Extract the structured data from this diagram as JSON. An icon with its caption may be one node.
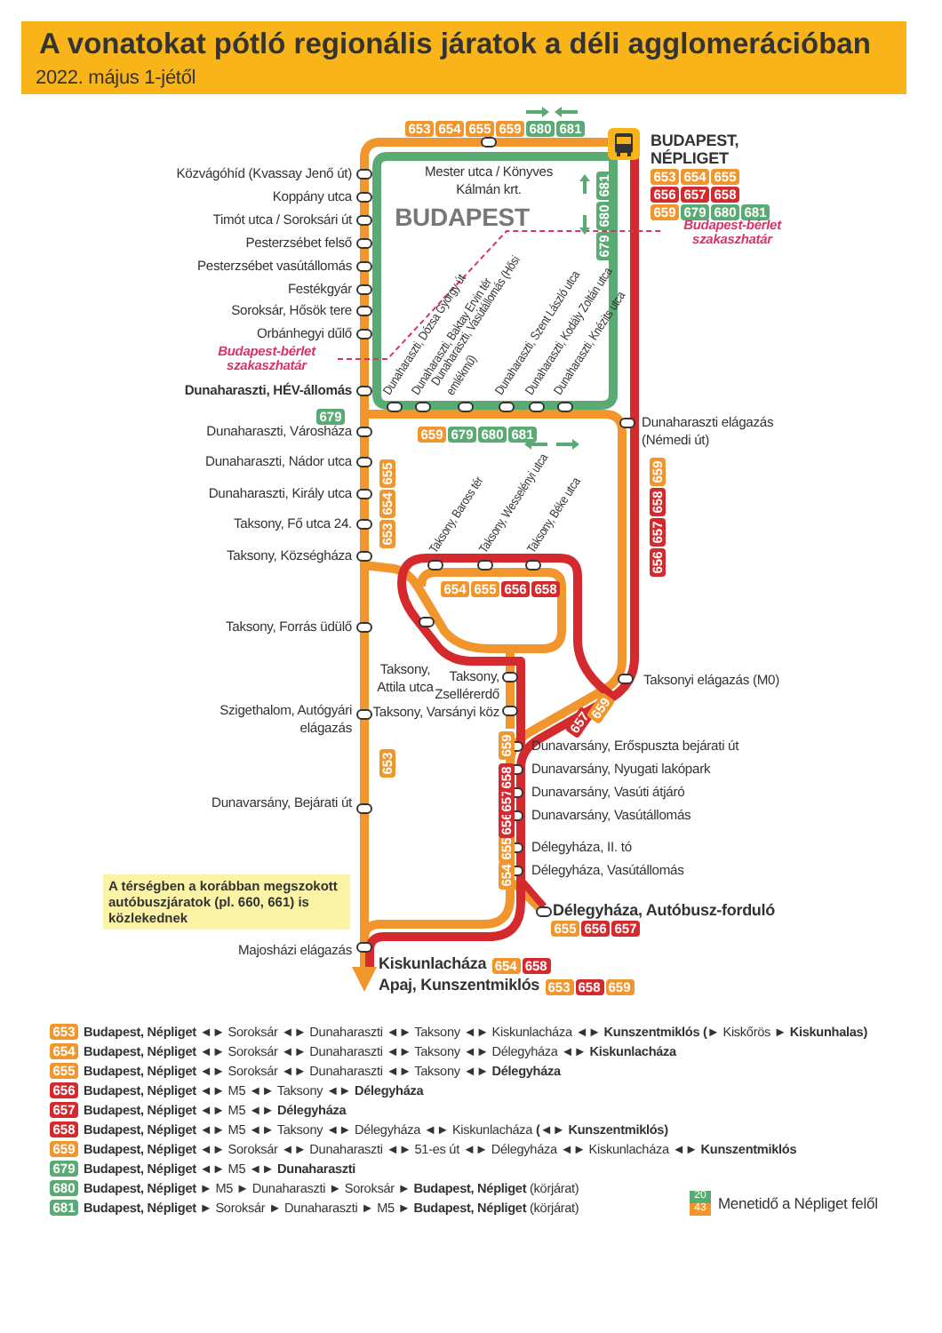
{
  "diagram": {
    "title": "A vonatokat pótló regionális járatok a déli agglomerációban",
    "nodes": [
      {
        "text": [
          "A térségben a korábban megszokott autóbuszjáratok (pl. 660, 661) is közlekednek"
        ]
      }
    ],
    "edges": [],
    "labels": [
      "2022. május 1-jétől",
      "653",
      "654",
      "655",
      "659",
      "680",
      "681",
      "BUDAPEST, NÉPLIGET",
      "653",
      "654",
      "655",
      "656",
      "657",
      "658",
      "659",
      "679",
      "680",
      "681",
      "Közvágóhíd (Kvassay Jenő út)",
      "Mester utca / Könyves Kálmán krt.",
      "Koppány utca",
      "Timót utca / Soroksári út",
      "BUDAPEST",
      "681",
      "680",
      "679",
      "Budapest-bérlet szakaszhatár",
      "Pesterzsébet felső",
      "Pesterzsébet vasútállomás",
      "Festékgyár",
      "Soroksár, Hősök tere",
      "Orbánhegyi dűlő",
      "Budapest-bérlet szakaszhatár",
      "Dunaharaszti, Dózsa György út",
      "Dunaharaszti, Baktay Ervin tér",
      "Dunaharaszti, Vasútállomás (Hősi emlékmű)",
      "Dunaharaszti, Szent László utca",
      "Dunaharaszti, Kodály Zoltán utca",
      "Dunaharaszti, Knézits utca",
      "Dunaharaszti, HÉV-állomás",
      "679",
      "Dunaharaszti elágazás (Némedi út)",
      "Dunaharaszti, Városháza",
      "659",
      "679",
      "680",
      "681",
      "Dunaharaszti, Nádor utca",
      "656",
      "657",
      "658",
      "659",
      "Dunaharaszti, Király utca",
      "653",
      "654",
      "655",
      "Taksony, Fő utca 24.",
      "Taksony, Baross tér",
      "Taksony, Wesselényi utca",
      "Taksony, Béke utca",
      "Taksony, Községháza",
      "654",
      "655",
      "656",
      "658",
      "Taksony, Forrás üdülő",
      "Taksony, Attila utca",
      "Taksony, Zsellérerdő",
      "Taksonyi elágazás (M0)",
      "Taksony, Varsányi köz",
      "Szigethalom, Autógyári elágazás",
      "657",
      "659",
      "Dunavarsány, Erőspuszta bejárati út",
      "Dunavarsány, Nyugati lakópark",
      "653",
      "Dunavarsány, Vasúti átjáró",
      "Dunavarsány, Bejárati út",
      "Dunavarsány, Vasútállomás",
      "Délegyháza, II. tó",
      "Délegyháza, Vasútállomás",
      "654",
      "655",
      "656",
      "657",
      "658",
      "659",
      "Délegyháza, Autóbusz-forduló",
      "655",
      "656",
      "657",
      "Majosházi elágazás",
      "Kiskunlacháza",
      "654",
      "658",
      "Apaj, Kunszentmiklós",
      "653",
      "658",
      "659",
      "653",
      "654",
      "655",
      "656",
      "657",
      "658",
      "659",
      "679",
      "680",
      "681",
      "20",
      "43"
    ],
    "legend": [
      {
        "text": "**Budapest, Népliget** ◄► Soroksár ◄► Dunaharaszti ◄► Taksony ◄► Kiskunlacháza ◄► **Kunszentmiklós (►** Kiskőrös **► Kiskunhalas)**",
        "color": "#f0962c"
      },
      {
        "text": "**Budapest, Népliget** ◄► Soroksár ◄► Dunaharaszti ◄► Taksony ◄► Délegyháza ◄► **Kiskunlacháza**",
        "color": "#f0962c"
      },
      {
        "text": "**Budapest, Népliget** ◄► Soroksár ◄► Dunaharaszti ◄► Taksony ◄► **Délegyháza**",
        "color": "#f0962c"
      },
      {
        "text": "**Budapest, Népliget** ◄► M5 ◄► Taksony ◄► **Délegyháza**",
        "color": "#d42a2e"
      },
      {
        "text": "**Budapest, Népliget** ◄► M5 ◄► **Délegyháza**",
        "color": "#d42a2e"
      },
      {
        "text": "**Budapest, Népliget** ◄► M5 ◄► Taksony ◄► Délegyháza ◄► Kiskunlacháza **(◄► Kunszentmiklós)**",
        "color": "#d42a2e"
      },
      {
        "text": "**Budapest, Népliget** ◄► Soroksár ◄► Dunaharaszti ◄► 51-es út ◄► Délegyháza ◄► Kiskunlacháza ◄► **Kunszentmiklós**",
        "color": "#f0962c"
      },
      {
        "text": "**Budapest, Népliget** ◄► M5 ◄► **Dunaharaszti**",
        "color": "#5aab73"
      },
      {
        "text": "**Budapest, Népliget** ► M5 ► Dunaharaszti ► Soroksár ► **Budapest, Népliget** (körjárat)",
        "color": "#5aab73"
      },
      {
        "text": "**Budapest, Népliget** ► Soroksár ► Dunaharaszti ► M5 ► **Budapest, Népliget** (körjárat)",
        "color": "#5aab73"
      },
      {
        "text": "Menetidő a Népliget felől"
      }
    ]
  }
}
